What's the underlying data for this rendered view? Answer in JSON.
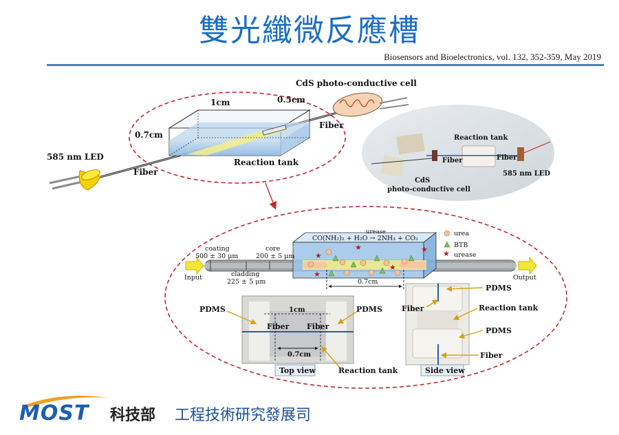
{
  "title": "雙光纖微反應槽",
  "citation": "Biosensors and Bioelectronics, vol. 132, 352-359, May 2019",
  "schematic": {
    "cds_cell": "CdS photo-conductive cell",
    "dim_length": "1cm",
    "dim_width": "0.5cm",
    "dim_height": "0.7cm",
    "fiber_right": "Fiber",
    "fiber_left": "Fiber",
    "led": "585 nm LED",
    "tank": "Reaction tank"
  },
  "photo": {
    "tank": "Reaction tank",
    "fiber_left": "Fiber",
    "fiber_right": "Fiber",
    "led": "585 nm LED",
    "cds_line1": "CdS",
    "cds_line2": "photo-conductive cell"
  },
  "detail": {
    "reaction_left": "CO(NH",
    "reaction_enzyme": "urease",
    "reaction_full": "CO(NH₂)₂ + H₂O → 2NH₃ + CO₂",
    "legend_urea": "urea",
    "legend_btb": "BTB",
    "legend_urease": "urease",
    "coating_label": "coating",
    "coating_value": "500 ± 30 μm",
    "core_label": "core",
    "core_value": "200 ± 5 μm",
    "cladding_label": "cladding",
    "cladding_value": "225 ± 5 μm",
    "input": "Input",
    "output": "Output",
    "gap": "0.7cm"
  },
  "top_view": {
    "pdms_left": "PDMS",
    "pdms_right": "PDMS",
    "dim_top": "1cm",
    "fiber_left": "Fiber",
    "fiber_right": "Fiber",
    "dim_bottom": "0.7cm",
    "caption": "Top view",
    "tank": "Reaction tank"
  },
  "side_view": {
    "pdms_top": "PDMS",
    "fiber_left": "Fiber",
    "tank": "Reaction tank",
    "pdms_bottom": "PDMS",
    "fiber_bottom": "Fiber",
    "caption": "Side view"
  },
  "footer": {
    "logo": "MOST",
    "org": "科技部",
    "dept": "工程技術研究發展司"
  },
  "colors": {
    "title": "#1b6fc2",
    "dashed_ellipse": "#c0282d",
    "tank_water": "#9cc3e6",
    "light_beam": "#f3ef8a"
  }
}
